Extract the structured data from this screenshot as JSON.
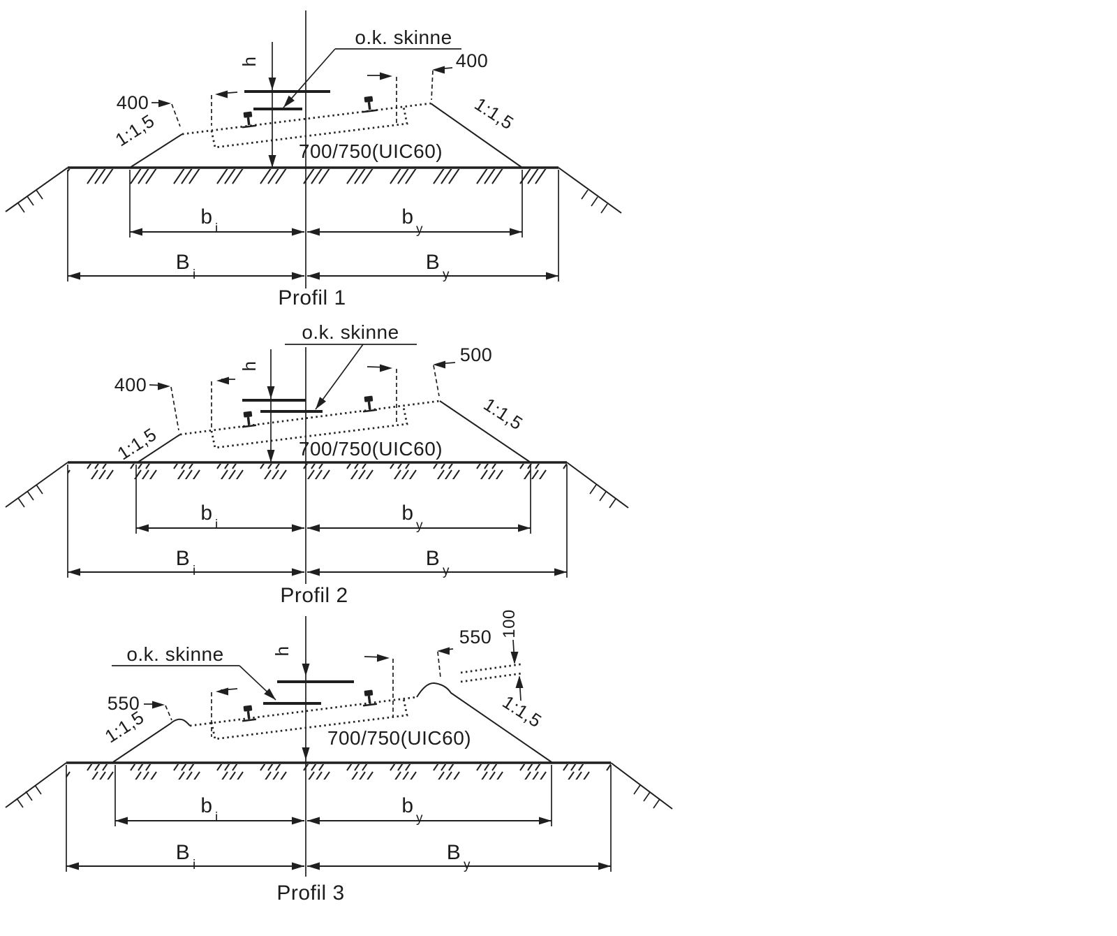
{
  "shared": {
    "ok_skinne": "o.k. skinne",
    "ballast_spec": "700/750(UIC60)",
    "slope_ratio": "1:1,5",
    "height_symbol": "h",
    "b_symbol": "b",
    "B_symbol": "B",
    "sub_inner": "i",
    "sub_outer": "y"
  },
  "profiles": [
    {
      "caption": "Profil 1",
      "left_shoulder": "400",
      "right_shoulder": "400"
    },
    {
      "caption": "Profil 2",
      "left_shoulder": "400",
      "right_shoulder": "500"
    },
    {
      "caption": "Profil 3",
      "left_shoulder": "550",
      "right_shoulder": "550",
      "berm_height": "100"
    }
  ]
}
